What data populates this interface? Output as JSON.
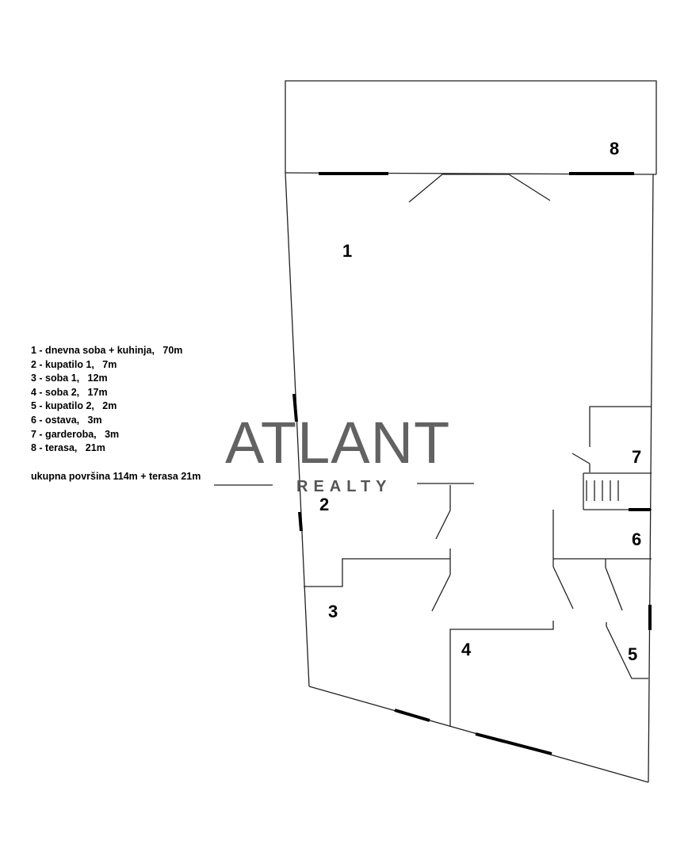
{
  "legend": {
    "items": [
      "1 - dnevna soba + kuhinja,   70m",
      "2 - kupatilo 1,   7m",
      "3 - soba 1,   12m",
      "4 - soba 2,   17m",
      "5 - kupatilo 2,   2m",
      "6 - ostava,   3m",
      "7 - garderoba,   3m",
      "8 - terasa,   21m"
    ],
    "total": "ukupna površina 114m + terasa 21m"
  },
  "rooms": {
    "r1": "1",
    "r2": "2",
    "r3": "3",
    "r4": "4",
    "r5": "5",
    "r6": "6",
    "r7": "7",
    "r8": "8"
  },
  "watermark": {
    "main": "ATLANT",
    "sub": "REALTY"
  },
  "colors": {
    "wall": "#222222",
    "window": "#000000",
    "watermark": "#555555"
  }
}
